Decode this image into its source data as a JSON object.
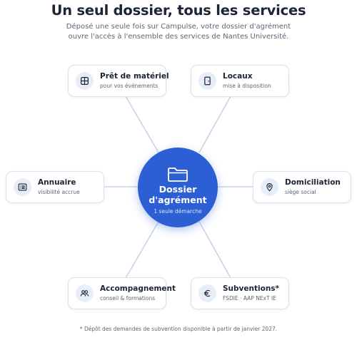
{
  "header": {
    "title": "Un seul dossier, tous les services",
    "subtitle_line1": "Déposé une seule fois sur Campulse, votre dossier d'agrément",
    "subtitle_line2": "ouvre l'accès à l'ensemble des services de Nantes Université."
  },
  "center": {
    "folder_icon": "folder-icon",
    "label_line1": "Dossier",
    "label_line2": "d'agrément",
    "sublabel": "1 seule démarche"
  },
  "services": {
    "pret": {
      "icon": "grid-icon",
      "title": "Prêt de matériel",
      "subtitle": "pour vos événements"
    },
    "locaux": {
      "icon": "door-icon",
      "title": "Locaux",
      "subtitle": "mise à disposition"
    },
    "annuaire": {
      "icon": "list-card-icon",
      "title": "Annuaire",
      "subtitle": "visibilité accrue"
    },
    "domiciliation": {
      "icon": "map-pin-icon",
      "title": "Domiciliation",
      "subtitle": "siège social"
    },
    "accompagnement": {
      "icon": "people-icon",
      "title": "Accompagnement",
      "subtitle": "conseil & formations"
    },
    "subventions": {
      "icon": "euro-icon",
      "title": "Subventions*",
      "subtitle": "FSDIE · AAP NExT IE"
    }
  },
  "footnote": "* Dépôt des demandes de subvention disponible à partir de janvier 2027.",
  "colors": {
    "accent": "#2c5ed4",
    "connector": "#c8d4ea",
    "icon_bg": "#e8eef9",
    "card_border": "#dbe2ec"
  }
}
